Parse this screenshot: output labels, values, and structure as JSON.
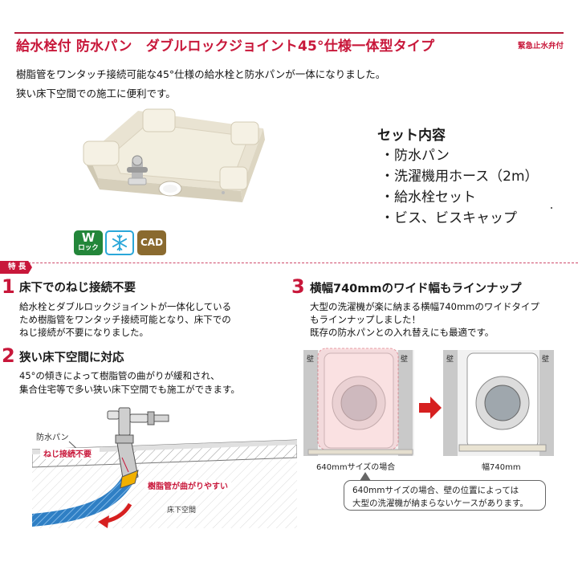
{
  "title": {
    "main": "給水栓付 防水パン　ダブルロックジョイント45°仕様一体型タイプ",
    "sub": "緊急止水弁付"
  },
  "intro": [
    "樹脂管をワンタッチ接続可能な45°仕様の給水栓と防水パンが一体になりました。",
    "狭い床下空間での施工に便利です。"
  ],
  "set_contents": {
    "title": "セット内容",
    "items": [
      "・防水パン",
      "・洗濯機用ホース（2m）",
      "・給水栓セット",
      "・ビス、ビスキャップ"
    ]
  },
  "badges": {
    "w_top": "W",
    "w_bottom": "ロック",
    "snow_icon": "snowflake-icon",
    "cad": "CAD",
    "w_color": "#23863a",
    "snow_color": "#2aa7d9",
    "cad_color": "#8a6a2f"
  },
  "features_tag": "特 長",
  "features": [
    {
      "num": "1",
      "title": "床下でのねじ接続不要",
      "body": [
        "給水栓とダブルロックジョイントが一体化している",
        "ため樹脂管をワンタッチ接続可能となり、床下での",
        "ねじ接続が不要になりました。"
      ]
    },
    {
      "num": "2",
      "title": "狭い床下空間に対応",
      "body": [
        "45°の傾きによって樹脂管の曲がりが緩和され、",
        "集合住宅等で多い狭い床下空間でも施工ができます。"
      ]
    },
    {
      "num": "3",
      "title": "横幅740mmのワイド幅もラインナップ",
      "body": [
        "大型の洗濯機が楽に納まる横幅740mmのワイドタイプ",
        "もラインナップしました！",
        "既存の防水パンとの入れ替えにも最適です。"
      ]
    }
  ],
  "pipe_diagram": {
    "pan_label": "防水パン",
    "no_screw_label": "ねじ接続不要",
    "bend_label": "樹脂管が曲がりやすい",
    "floor_label": "床下空間"
  },
  "compare": {
    "wall": "壁",
    "left_caption": "640mmサイズの場合",
    "right_caption": "幅740mm",
    "note": [
      "640mmサイズの場合、壁の位置によっては",
      "大型の洗濯機が納まらないケースがあります。"
    ]
  },
  "colors": {
    "accent": "#c8173a",
    "pipe_blue": "#2f7fc4",
    "pan_ivory": "#efeadb"
  }
}
